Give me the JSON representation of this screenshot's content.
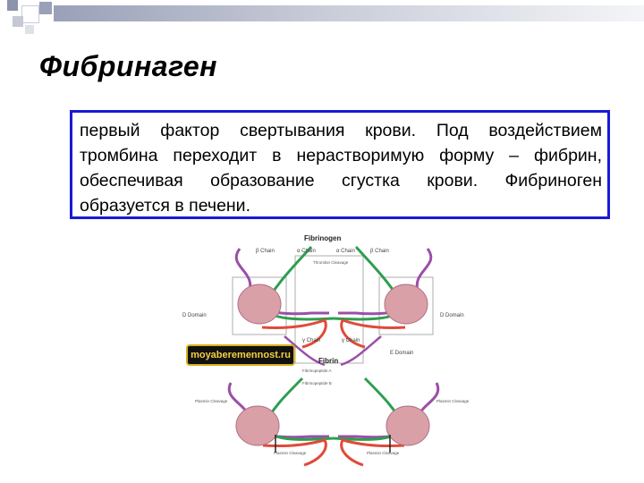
{
  "slide": {
    "title": "Фибринаген",
    "body_text": "первый фактор свертывания крови. Под воздействием тромбина переходит в нерастворимую форму – фибрин, обеспечивая образование сгустка крови. Фибриноген образуется в печени.",
    "border_color": "#1a1ad6"
  },
  "diagram": {
    "top_title": "Fibrinogen",
    "chain_labels": [
      "β Chain",
      "α Chain",
      "α Chain",
      "β Chain"
    ],
    "thrombin_cleavage": "Thrombin Cleavage",
    "d_domain_left": "D Domain",
    "d_domain_right": "D Domain",
    "gamma_chain_left": "γ Chain",
    "gamma_chain_right": "γ Chain",
    "e_domain": "E Domain",
    "bottom_title": "Fibrin",
    "fibrinopeptide_a": "Fibrinopeptide A",
    "fibrinopeptide_b": "Fibrinopeptide B",
    "plasmin_cleavage_ul": "Plasmin Cleavage",
    "plasmin_cleavage_ur": "Plasmin Cleavage",
    "plasmin_cleavage_bl": "Plasmin Cleavage",
    "plasmin_cleavage_br": "Plasmin Cleavage",
    "watermark": "moyaberemennost.ru",
    "colors": {
      "alpha": "#2e9e4f",
      "beta": "#9b4fa8",
      "gamma": "#e04a3a",
      "globule": "#d9a0a8"
    }
  }
}
